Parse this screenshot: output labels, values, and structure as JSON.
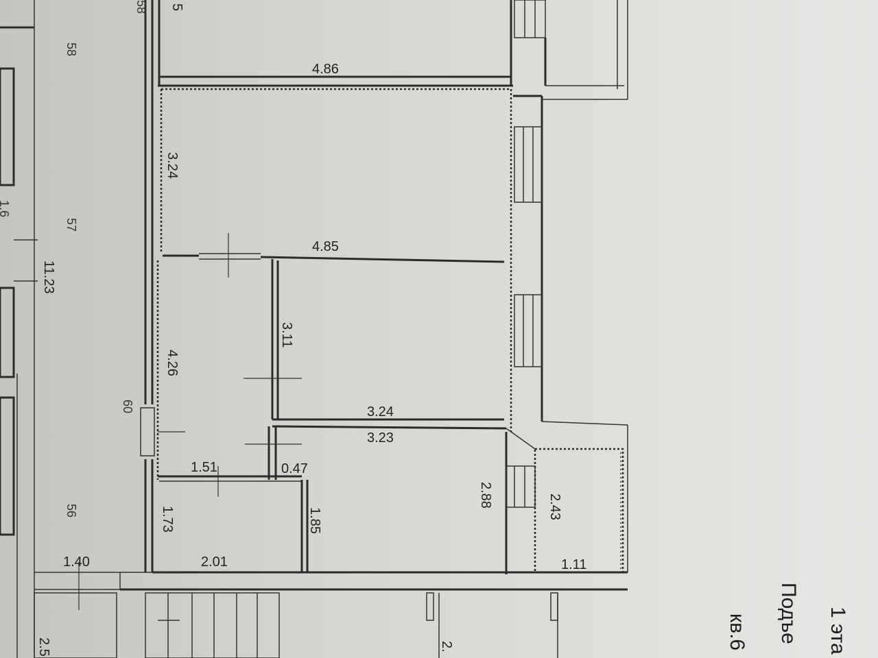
{
  "dimensions": {
    "d_4_86": "4.86",
    "d_3_24_left": "3.24",
    "d_4_85": "4.85",
    "d_3_11": "3.11",
    "d_4_26": "4.26",
    "d_3_24": "3.24",
    "d_3_23": "3.23",
    "d_1_51": "1.51",
    "d_0_47": "0.47",
    "d_2_88": "2.88",
    "d_2_43": "2.43",
    "d_1_73": "1.73",
    "d_1_85": "1.85",
    "d_2_01": "2.01",
    "d_1_11": "1.11",
    "d_1_40": "1.40",
    "d_11_23": "11.23",
    "d_5_top": "5"
  },
  "room_numbers": {
    "n58_a": "58",
    "n58_b": "58",
    "n57": "57",
    "n60": "60",
    "n56": "56"
  },
  "captions": {
    "floor": "1 эта",
    "entrance": "Подъе",
    "apartment": "кв.6"
  },
  "partial_labels": {
    "left_bottom": "2.5",
    "bottom_mid": "2.",
    "left_mid": "1.6"
  }
}
